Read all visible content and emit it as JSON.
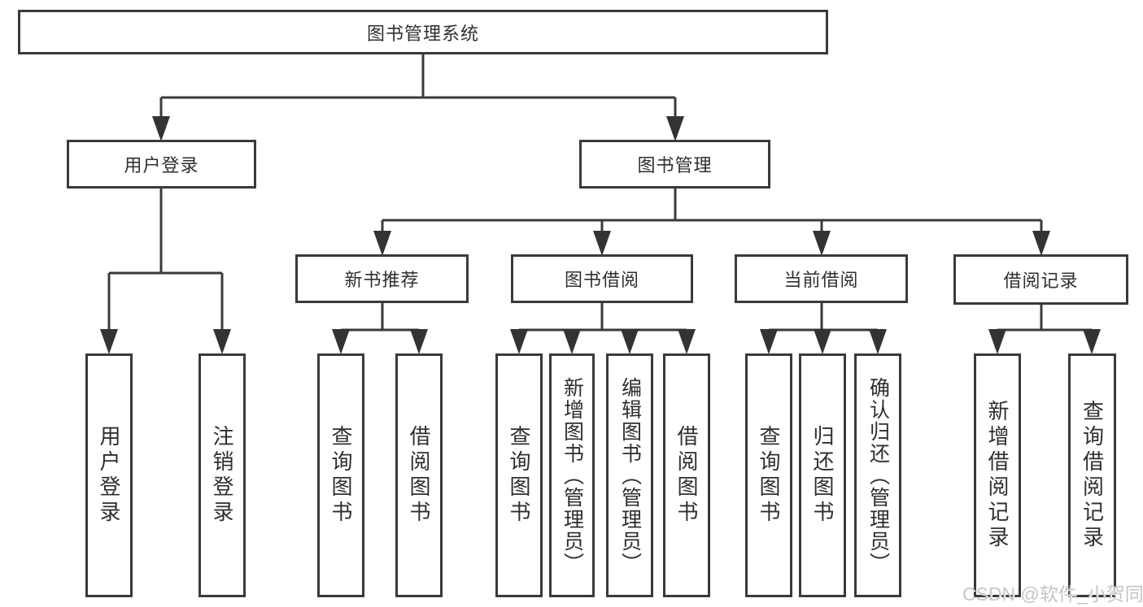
{
  "diagram": {
    "title": "图书管理系统",
    "tree": {
      "label": "图书管理系统",
      "children": [
        {
          "label": "用户登录",
          "children": [
            {
              "label": "用户登录"
            },
            {
              "label": "注销登录"
            }
          ]
        },
        {
          "label": "图书管理",
          "children": [
            {
              "label": "新书推荐",
              "children": [
                {
                  "label": "查询图书"
                },
                {
                  "label": "借阅图书"
                }
              ]
            },
            {
              "label": "图书借阅",
              "children": [
                {
                  "label": "查询图书"
                },
                {
                  "label": "新增图书（管理员）"
                },
                {
                  "label": "编辑图书（管理员）"
                },
                {
                  "label": "借阅图书"
                }
              ]
            },
            {
              "label": "当前借阅",
              "children": [
                {
                  "label": "查询图书"
                },
                {
                  "label": "归还图书"
                },
                {
                  "label": "确认归还（管理员）"
                }
              ]
            },
            {
              "label": "借阅记录",
              "children": [
                {
                  "label": "新增借阅记录"
                },
                {
                  "label": "查询借阅记录"
                }
              ]
            }
          ]
        }
      ]
    }
  },
  "watermark": {
    "text": "CSDN @软件_小贺同学"
  },
  "style": {
    "line_color": "#3a3a3a",
    "box_border_color": "#3a3a3a",
    "text_color": "#2f2f2f",
    "watermark_color": "#c6c6c6",
    "background": "#ffffff"
  }
}
